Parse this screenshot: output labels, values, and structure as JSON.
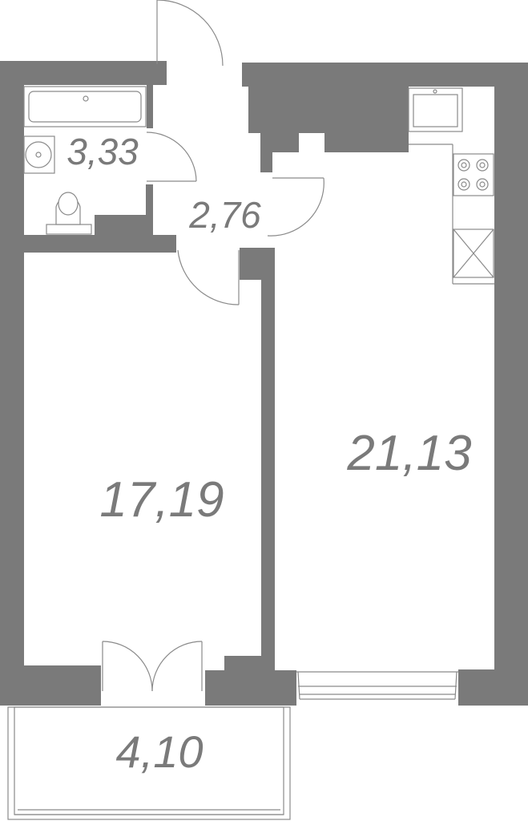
{
  "colors": {
    "wall": "#7a7a7a",
    "line": "#8a8a8a",
    "label": "#7a7a7a",
    "background": "#ffffff"
  },
  "rooms": {
    "bathroom": {
      "area": "3,33"
    },
    "hallway": {
      "area": "2,76"
    },
    "bedroom": {
      "area": "17,19"
    },
    "living_kitchen": {
      "area": "21,13"
    },
    "balcony": {
      "area": "4,10"
    }
  },
  "fixtures": [
    "bathtub-icon",
    "sink-icon",
    "toilet-icon",
    "kitchen-sink-icon",
    "stove-icon",
    "oven-icon"
  ]
}
